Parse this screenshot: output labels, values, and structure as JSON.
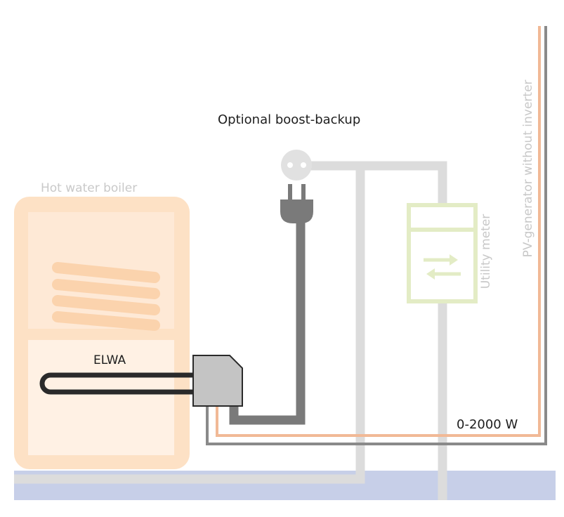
{
  "labels": {
    "boost": "Optional boost-backup",
    "boiler": "Hot water boiler",
    "elwa": "ELWA",
    "power": "0-2000 W",
    "meter": "Utility meter",
    "pv": "PV-generator without inverter"
  },
  "icons": [
    "power-socket-icon",
    "power-plug-icon",
    "meter-arrows-icon"
  ],
  "colors": {
    "boiler": "#fde1c5",
    "water_band": "#c7cfe8",
    "meter": "#e3ecc5",
    "grey_cable": "#dcdcdc",
    "dark_cable": "#7a7a7a",
    "pv_wire": "#f1b996"
  }
}
